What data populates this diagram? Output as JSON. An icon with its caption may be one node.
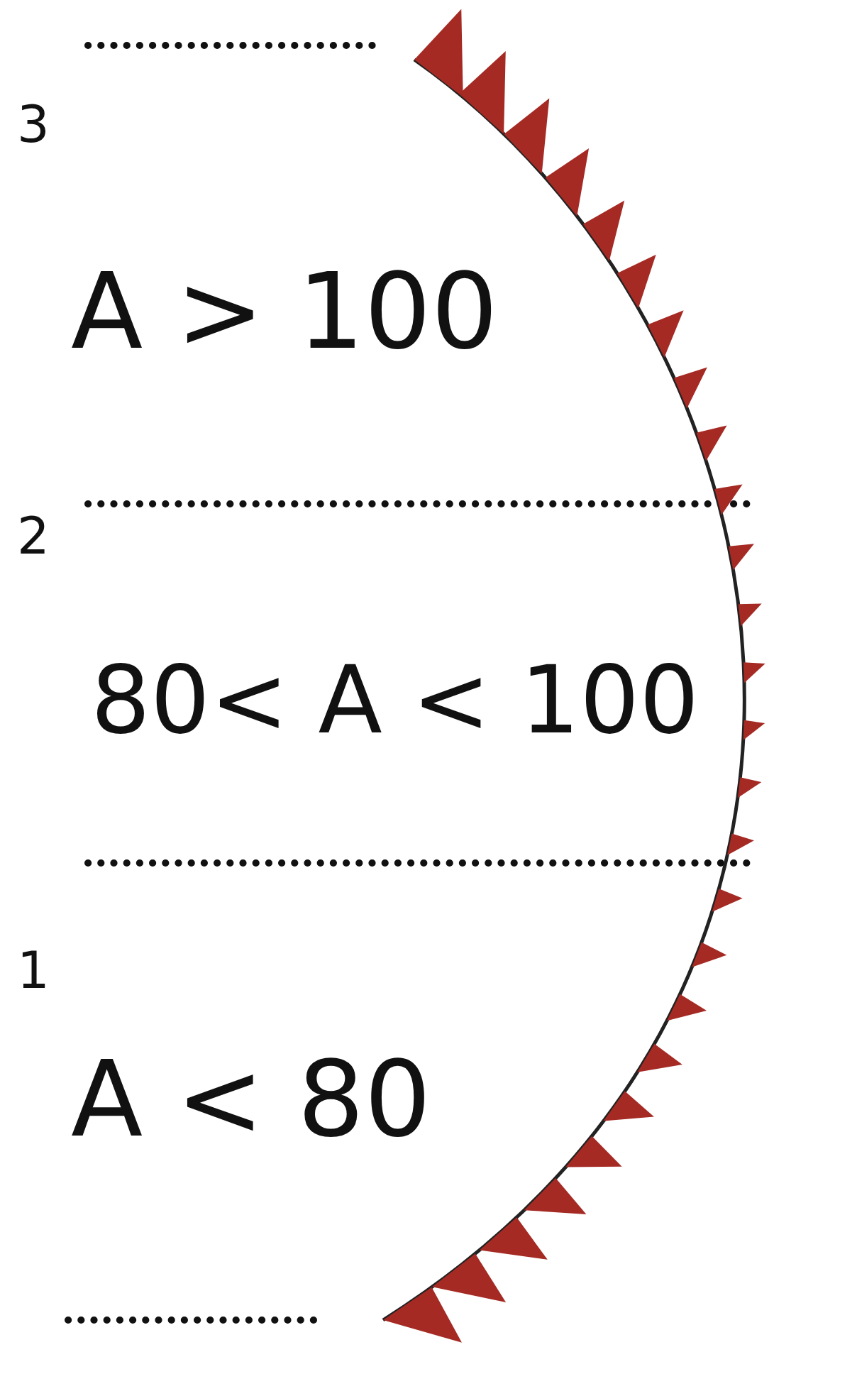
{
  "diagram": {
    "labels": [
      "3",
      "A > 100",
      "2",
      "80< A < 100",
      "1",
      "A < 80"
    ]
  }
}
